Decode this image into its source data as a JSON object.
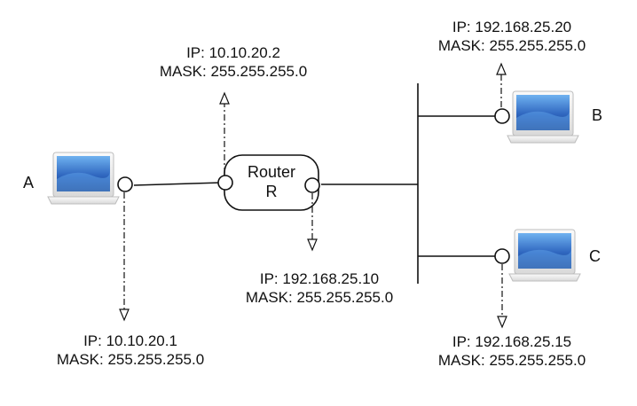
{
  "colors": {
    "line": "#111111",
    "screen_blue": "#3f79c9",
    "laptop_body": "#f2f2f2",
    "router_fill": "#ffffff"
  },
  "router": {
    "line1": "Router",
    "line2": "R"
  },
  "hosts": {
    "a": {
      "letter": "A",
      "icon": "laptop-icon"
    },
    "b": {
      "letter": "B",
      "icon": "laptop-icon"
    },
    "c": {
      "letter": "C",
      "icon": "laptop-icon"
    }
  },
  "interfaces": {
    "host_a": {
      "ip": "IP: 10.10.20.1",
      "mask": "MASK: 255.255.255.0"
    },
    "router_left": {
      "ip": "IP: 10.10.20.2",
      "mask": "MASK: 255.255.255.0"
    },
    "router_right": {
      "ip": "IP: 192.168.25.10",
      "mask": "MASK: 255.255.255.0"
    },
    "host_b": {
      "ip": "IP: 192.168.25.20",
      "mask": "MASK: 255.255.255.0"
    },
    "host_c": {
      "ip": "IP: 192.168.25.15",
      "mask": "MASK: 255.255.255.0"
    }
  }
}
